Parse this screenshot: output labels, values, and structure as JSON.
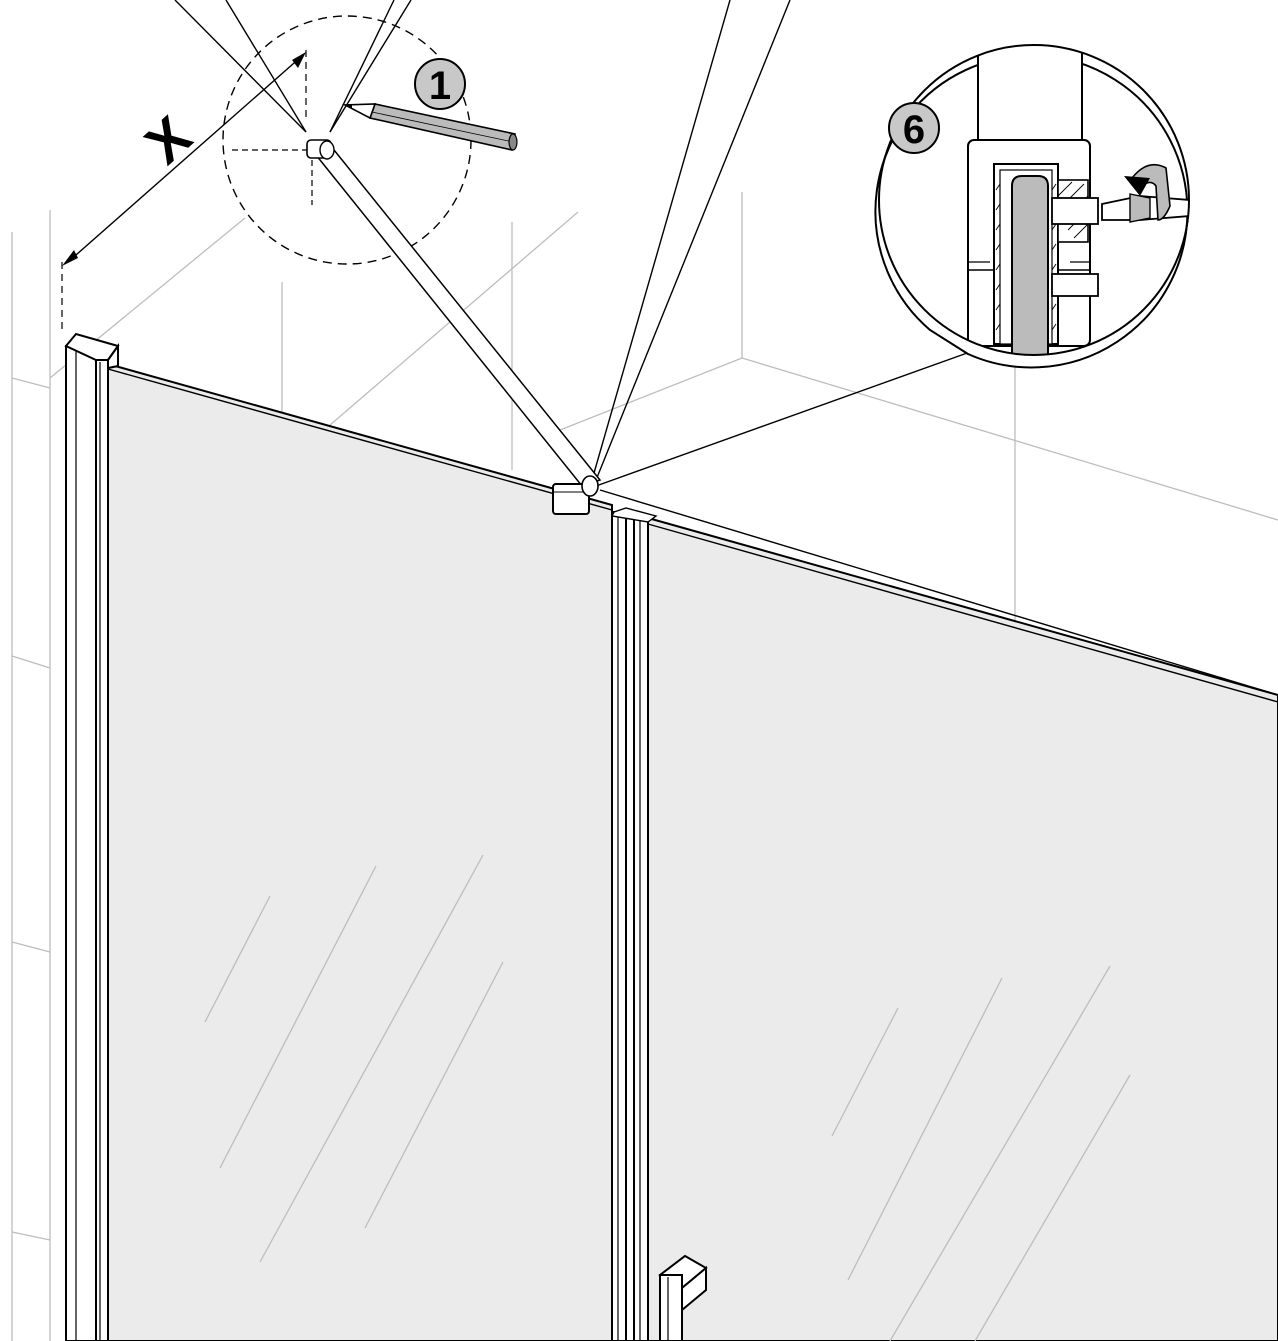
{
  "diagram": {
    "labels": {
      "dimension": "X",
      "step_1": "1",
      "step_6": "6"
    },
    "icons": [
      "pencil-icon",
      "rotate-arrow-icon"
    ],
    "colors": {
      "glass": "#ebebeb",
      "tile_lines": "#bdbdbd",
      "stroke": "#000000",
      "badge": "#c8c8c8",
      "pencil": "#bbbbbb"
    }
  }
}
